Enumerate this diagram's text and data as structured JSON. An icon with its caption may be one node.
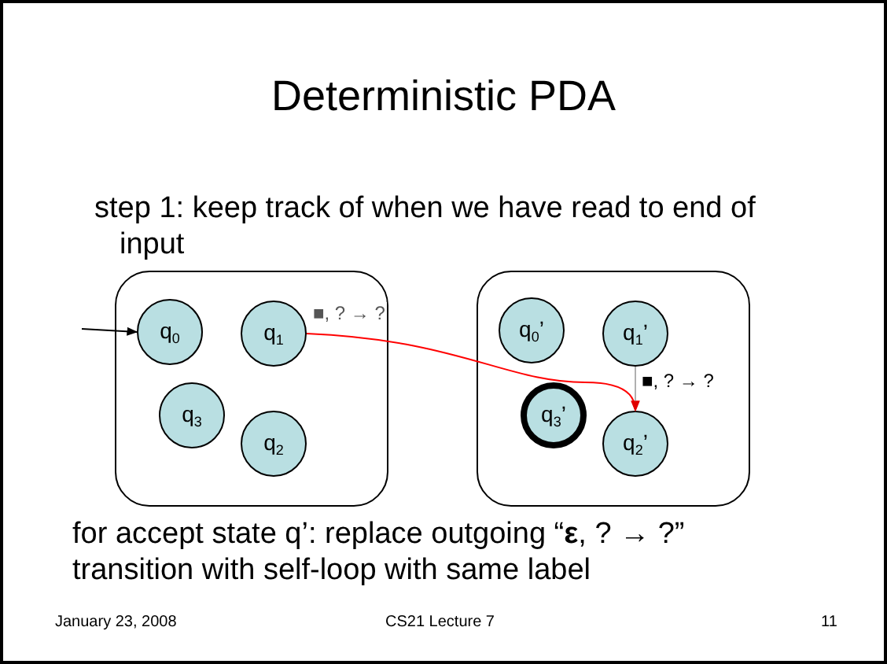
{
  "diagram": {
    "title": "Deterministic PDA",
    "nodes": [
      {
        "text": [],
        "shape": "box"
      },
      {
        "text": [
          "q$_{0}$"
        ],
        "in": 0
      },
      {
        "text": [
          "q$_{1}$"
        ],
        "in": 0
      },
      {
        "text": [
          "q$_{3}$"
        ],
        "in": 0
      },
      {
        "text": [
          "q$_{2}$"
        ],
        "in": 0
      },
      {
        "text": [],
        "shape": "box"
      },
      {
        "text": [
          "q$_{0}$’"
        ],
        "in": 5
      },
      {
        "text": [
          "q$_{1}$’"
        ],
        "in": 5
      },
      {
        "text": [
          "q$_{3}$’"
        ],
        "in": 5
      },
      {
        "text": [
          "q$_{2}$’"
        ],
        "in": 5
      }
    ],
    "edges": [
      {
        "from": null,
        "to": 1,
        "arrow": "to"
      },
      {
        "from": 2,
        "to": 9,
        "arrow": "to",
        "label": "■, ? → ?",
        "color": "#ff0000"
      },
      {
        "from": 7,
        "to": 9,
        "arrow": "to",
        "label": "■, ? → ?",
        "color": "#b0b0b0"
      }
    ],
    "labels": [
      "step 1: keep track of when we have read to end of input",
      "for accept state q’: replace outgoing “**ε**, ? → ?” transition with self-loop with same label",
      "January 23, 2008",
      "CS21 Lecture 7",
      "11"
    ]
  }
}
